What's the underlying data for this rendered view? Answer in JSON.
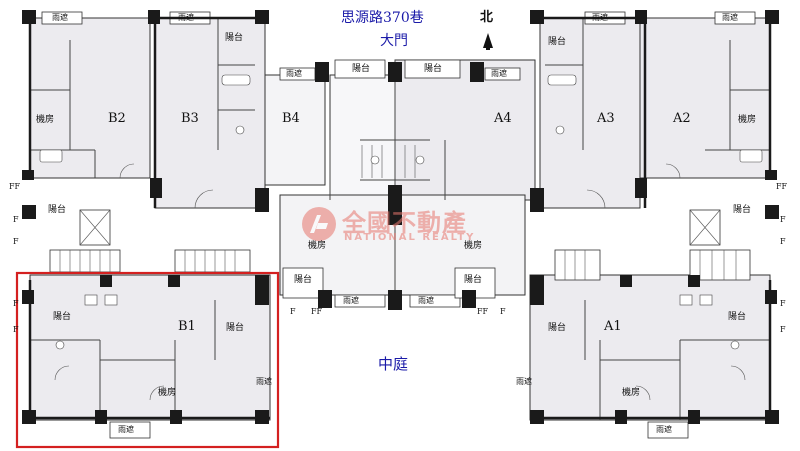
{
  "header": {
    "road": "思源路370巷",
    "gate": "大門",
    "north": "北"
  },
  "courtyard": "中庭",
  "units": [
    "A1",
    "A2",
    "A3",
    "A4",
    "B1",
    "B2",
    "B3",
    "B4"
  ],
  "rooms": {
    "balcony": "陽台",
    "rain_shelter": "雨遮",
    "machine_room": "機房"
  },
  "floor_marks": {
    "f": "F",
    "ff": "FF"
  },
  "watermark": {
    "zh": "全國不動產",
    "en": "NATIONAL REALTY"
  },
  "highlight": {
    "unit": "B1",
    "color": "#d42020"
  },
  "colors": {
    "room_fill": "#ecebef",
    "wall": "#1a1a1a",
    "title_blue": "#1a1aa8",
    "watermark": "#e8776e"
  }
}
